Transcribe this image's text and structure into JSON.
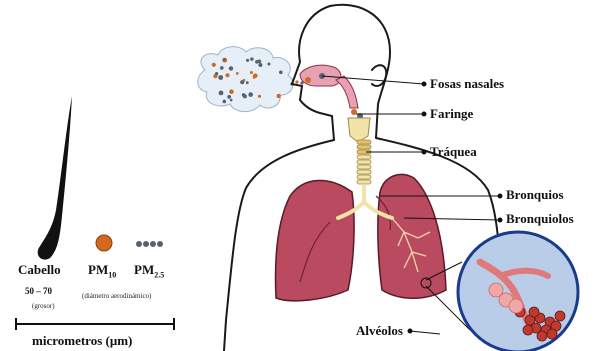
{
  "labels": {
    "fosas_nasales": "Fosas nasales",
    "faringe": "Faringe",
    "traquea": "Tráquea",
    "bronquios": "Bronquios",
    "bronquiolos": "Bronquiolos",
    "alveolos": "Alvéolos"
  },
  "particles": {
    "cabello": "Cabello",
    "cabello_range": "50 – 70",
    "cabello_note": "(grosor)",
    "pm10_base": "PM",
    "pm10_sub": "10",
    "pm25_base": "PM",
    "pm25_sub": "2.5",
    "pm_note": "(diámetro aerodinámico)",
    "scale_label": "micrometros (μm)"
  },
  "colors": {
    "lung": "#b94a5f",
    "lung_dark": "#8e3246",
    "nasal": "#e8a1b2",
    "particle_pm10": "#d2691e",
    "particle_pm25": "#556270",
    "alveoli": "#c0392b",
    "zoom_bg": "#b9cde8"
  }
}
